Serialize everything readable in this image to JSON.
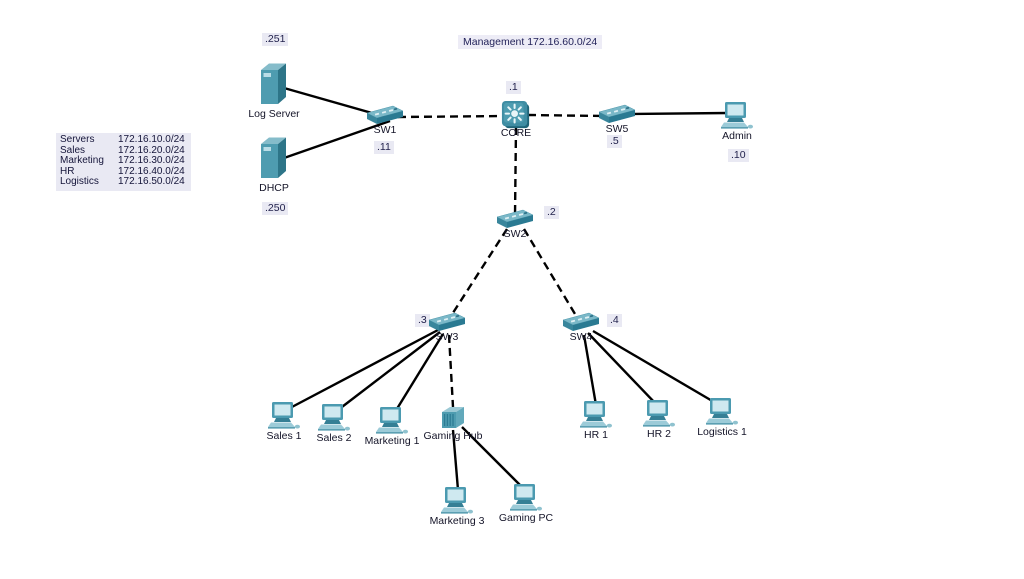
{
  "management_label": "Management 172.16.60.0/24",
  "legend": {
    "rows": [
      {
        "name": "Servers",
        "subnet": "172.16.10.0/24"
      },
      {
        "name": "Sales",
        "subnet": "172.16.20.0/24"
      },
      {
        "name": "Marketing",
        "subnet": "172.16.30.0/24"
      },
      {
        "name": "HR",
        "subnet": "172.16.40.0/24"
      },
      {
        "name": "Logistics",
        "subnet": "172.16.50.0/24"
      }
    ]
  },
  "devices": {
    "log_server": {
      "label": "Log Server",
      "ip": ".251",
      "type": "server"
    },
    "dhcp": {
      "label": "DHCP",
      "ip": ".250",
      "type": "server"
    },
    "sw1": {
      "label": "SW1",
      "ip": ".11",
      "type": "switch"
    },
    "core": {
      "label": "CORE",
      "ip": ".1",
      "type": "multilayer-switch"
    },
    "sw5": {
      "label": "SW5",
      "ip": ".5",
      "type": "switch"
    },
    "admin": {
      "label": "Admin",
      "ip": ".10",
      "type": "pc"
    },
    "sw2": {
      "label": "SW2",
      "ip": ".2",
      "type": "switch"
    },
    "sw3": {
      "label": "SW3",
      "ip": ".3",
      "type": "switch"
    },
    "sw4": {
      "label": "SW4",
      "ip": ".4",
      "type": "switch"
    },
    "sales1": {
      "label": "Sales 1",
      "type": "pc"
    },
    "sales2": {
      "label": "Sales 2",
      "type": "pc"
    },
    "marketing1": {
      "label": "Marketing 1",
      "type": "pc"
    },
    "gaming_hub": {
      "label": "Gaming Hub",
      "type": "hub"
    },
    "hr1": {
      "label": "HR 1",
      "type": "pc"
    },
    "hr2": {
      "label": "HR 2",
      "type": "pc"
    },
    "logistics1": {
      "label": "Logistics 1",
      "type": "pc"
    },
    "marketing3": {
      "label": "Marketing 3",
      "type": "pc"
    },
    "gaming_pc": {
      "label": "Gaming PC",
      "type": "pc"
    }
  },
  "connections": [
    {
      "from": "Log Server",
      "to": "SW1",
      "style": "solid"
    },
    {
      "from": "DHCP",
      "to": "SW1",
      "style": "solid"
    },
    {
      "from": "SW1",
      "to": "CORE",
      "style": "dashed"
    },
    {
      "from": "CORE",
      "to": "SW5",
      "style": "dashed"
    },
    {
      "from": "SW5",
      "to": "Admin",
      "style": "solid"
    },
    {
      "from": "CORE",
      "to": "SW2",
      "style": "dashed"
    },
    {
      "from": "SW2",
      "to": "SW3",
      "style": "dashed"
    },
    {
      "from": "SW2",
      "to": "SW4",
      "style": "dashed"
    },
    {
      "from": "SW3",
      "to": "Sales 1",
      "style": "solid"
    },
    {
      "from": "SW3",
      "to": "Sales 2",
      "style": "solid"
    },
    {
      "from": "SW3",
      "to": "Marketing 1",
      "style": "solid"
    },
    {
      "from": "SW3",
      "to": "Gaming Hub",
      "style": "dashed"
    },
    {
      "from": "SW4",
      "to": "HR 1",
      "style": "solid"
    },
    {
      "from": "SW4",
      "to": "HR 2",
      "style": "solid"
    },
    {
      "from": "SW4",
      "to": "Logistics 1",
      "style": "solid"
    },
    {
      "from": "Gaming Hub",
      "to": "Marketing 3",
      "style": "solid"
    },
    {
      "from": "Gaming Hub",
      "to": "Gaming PC",
      "style": "solid"
    }
  ],
  "colors": {
    "device_teal": "#4e9cb0",
    "device_teal_dark": "#2d7c94",
    "device_teal_light": "#9bc9d5",
    "screen_light": "#cfe9f0",
    "label_bg": "#e9e9f3",
    "label_text": "#23234d",
    "wire": "#000000",
    "canvas_bg": "#ffffff"
  }
}
